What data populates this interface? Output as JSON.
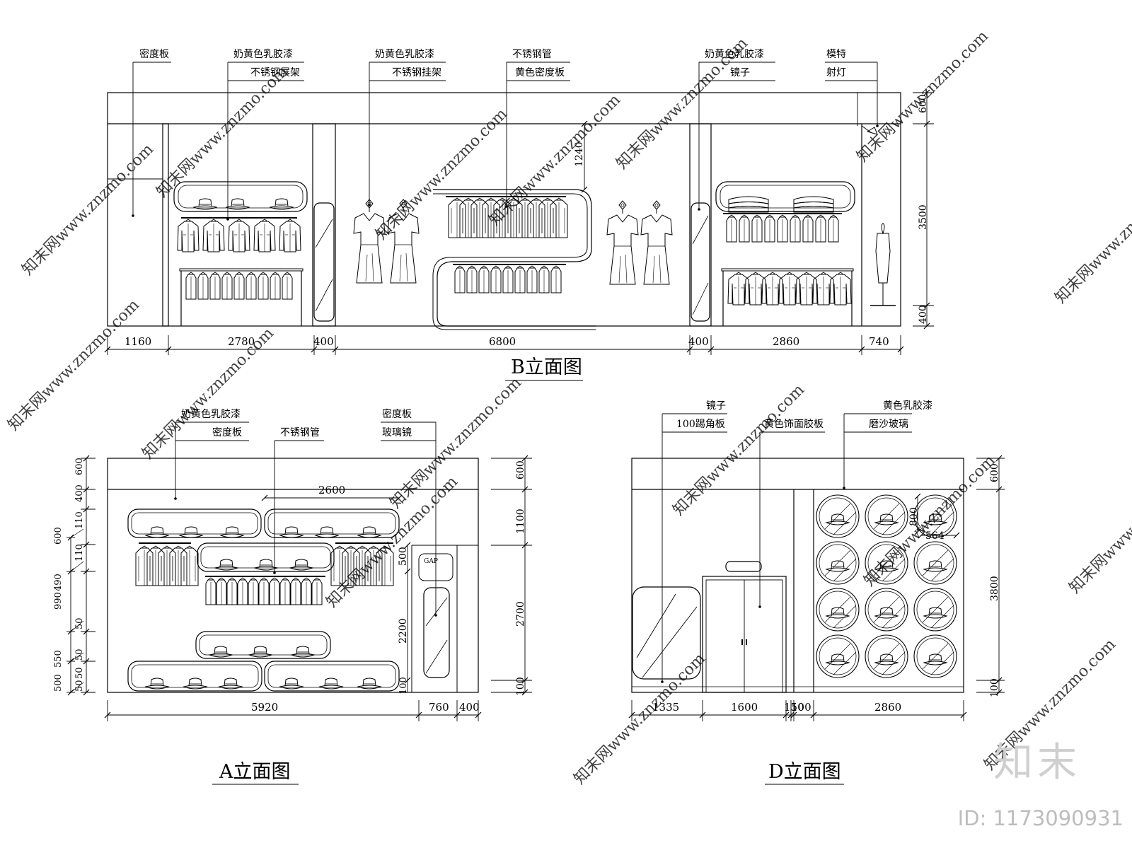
{
  "elevation_b": {
    "title": "B立面图",
    "labels": [
      {
        "top": "密度板",
        "bottom": ""
      },
      {
        "top": "奶黄色乳胶漆",
        "bottom": "不锈钢展架"
      },
      {
        "top": "奶黄色乳胶漆",
        "bottom": "不锈钢挂架"
      },
      {
        "top": "不锈钢管",
        "bottom": "黄色密度板"
      },
      {
        "top": "奶黄色乳胶漆",
        "bottom": "镜子"
      },
      {
        "top": "模特",
        "bottom": "射灯"
      }
    ],
    "dims_horizontal": [
      "1160",
      "2780",
      "400",
      "6800",
      "400",
      "2860",
      "740"
    ],
    "dims_vertical": [
      "600",
      "3500",
      "400"
    ],
    "dim_inner": "1240"
  },
  "elevation_a": {
    "title": "A立面图",
    "labels": [
      {
        "top": "奶黄色乳胶漆",
        "bottom": "密度板"
      },
      {
        "top": "",
        "bottom": "不锈钢管"
      },
      {
        "top": "密度板",
        "bottom": "玻璃镜"
      }
    ],
    "dims_horizontal": [
      "5920",
      "760",
      "400"
    ],
    "dims_left": [
      "600",
      "400",
      "110",
      "110",
      "50",
      "50",
      "50",
      "50"
    ],
    "dims_left_outer": [
      "600",
      "490",
      "990",
      "550",
      "500"
    ],
    "dims_right": [
      "600",
      "1100",
      "2700",
      "100"
    ],
    "dim_top": "2600",
    "dims_inner": [
      "500",
      "2200",
      "100"
    ],
    "logo": "GAP"
  },
  "elevation_d": {
    "title": "D立面图",
    "labels": [
      {
        "top": "镜子",
        "bottom": "100踢角板"
      },
      {
        "top": "",
        "bottom": "黄色饰面胶板"
      },
      {
        "top": "黄色乳胶漆",
        "bottom": "磨沙玻璃"
      }
    ],
    "dims_horizontal": [
      "1335",
      "1600",
      "150",
      "100",
      "2860"
    ],
    "dims_right": [
      "600",
      "3800",
      "100"
    ],
    "dims_inner": [
      "800",
      "564"
    ]
  },
  "watermark": {
    "brand": "知末",
    "id": "ID: 1173090931",
    "site": "知末网www.znzmo.com"
  }
}
